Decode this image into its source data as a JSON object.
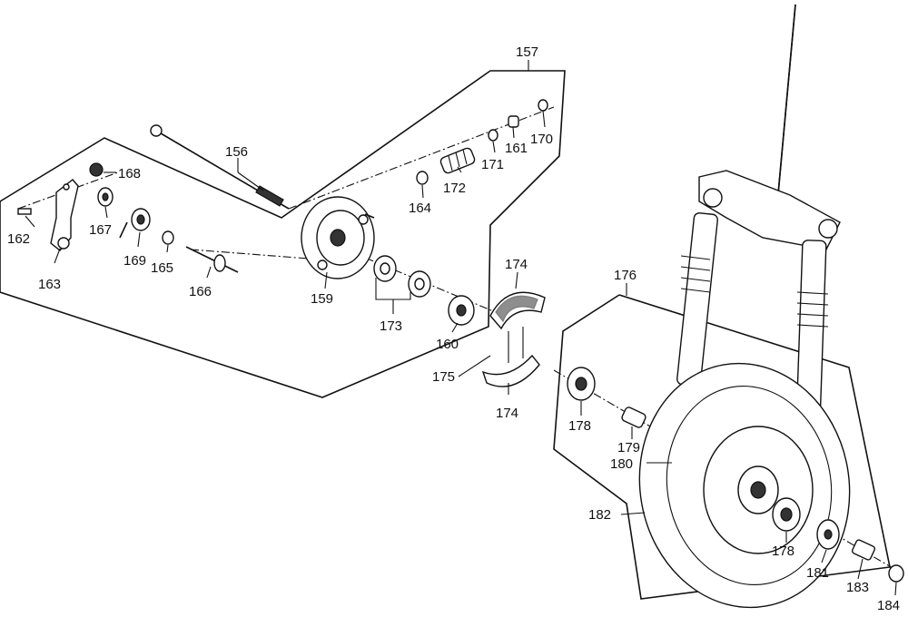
{
  "labels": {
    "l156": "156",
    "l157": "157",
    "l159": "159",
    "l160": "160",
    "l161": "161",
    "l162": "162",
    "l163": "163",
    "l164": "164",
    "l165": "165",
    "l166": "166",
    "l167": "167",
    "l168": "168",
    "l169": "169",
    "l170": "170",
    "l171": "171",
    "l172": "172",
    "l173": "173",
    "l174a": "174",
    "l174b": "174",
    "l175": "175",
    "l176": "176",
    "l178a": "178",
    "l178b": "178",
    "l179": "179",
    "l180": "180",
    "l181": "181",
    "l182": "182",
    "l183": "183",
    "l184": "184"
  },
  "colors": {
    "ink": "#111111",
    "paper": "#ffffff"
  }
}
